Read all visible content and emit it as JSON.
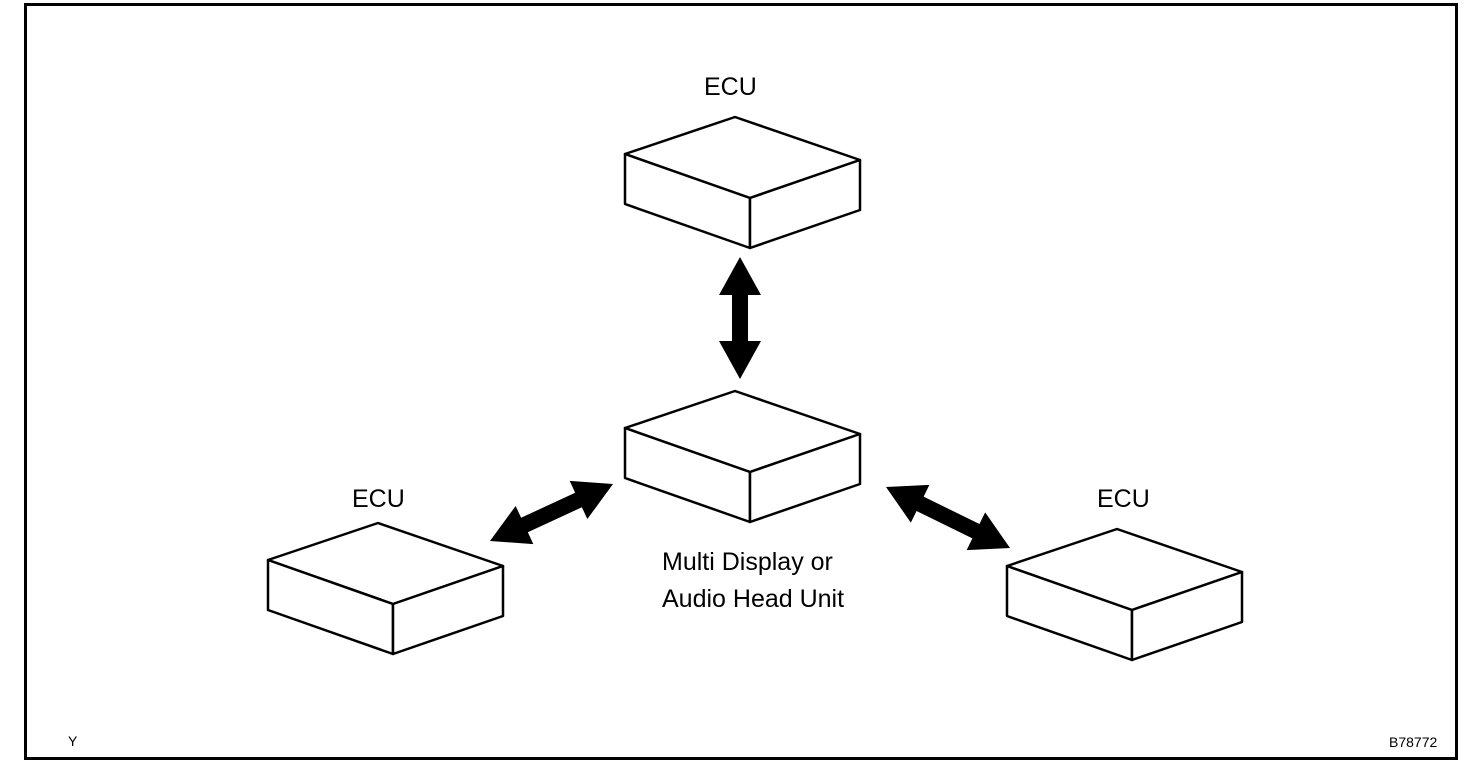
{
  "nodes": {
    "top_ecu": {
      "label": "ECU"
    },
    "left_ecu": {
      "label": "ECU"
    },
    "right_ecu": {
      "label": "ECU"
    },
    "center": {
      "line1": "Multi Display or",
      "line2": "Audio Head Unit"
    }
  },
  "corner_left": "Y",
  "figure_id": "B78772",
  "colors": {
    "stroke": "#000000",
    "fill": "#ffffff"
  }
}
